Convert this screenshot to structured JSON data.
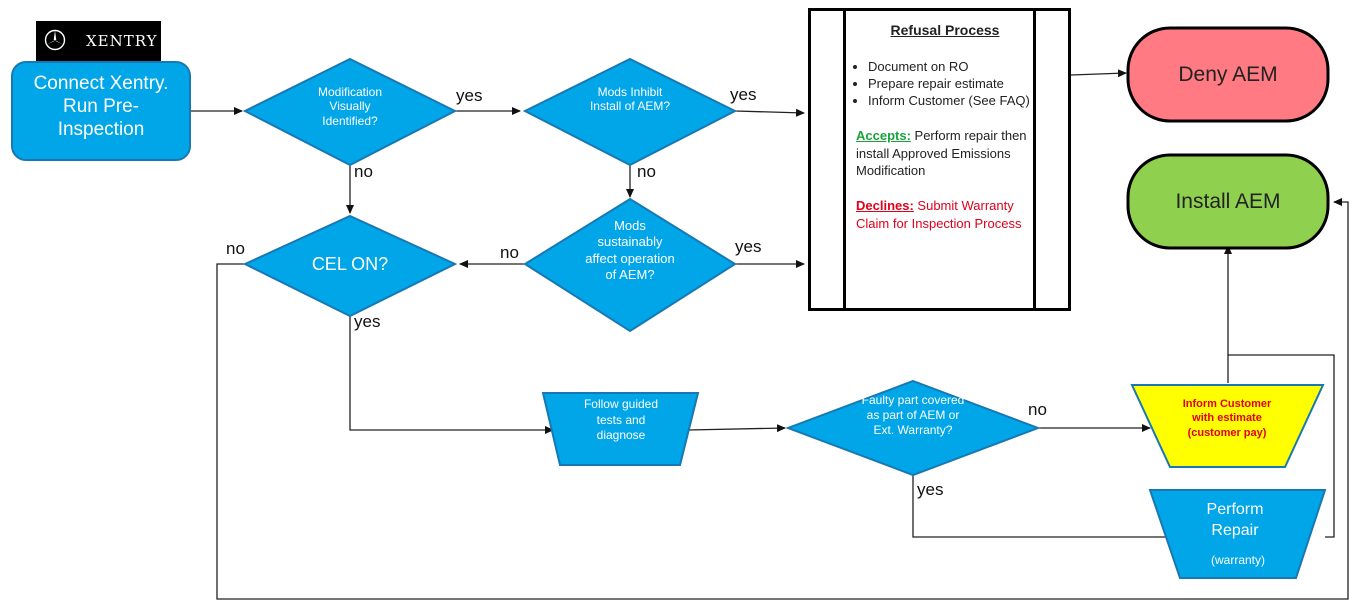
{
  "logo": {
    "brand_text": "XENTRY"
  },
  "nodes": {
    "connect": "Connect Xentry. Run Pre-Inspection",
    "modification_identified": "Modification Visually Identified?",
    "mods_inhibit": "Mods Inhibit Install of AEM?",
    "mods_affect": "Mods sustainably affect operation of AEM?",
    "cel_on": "CEL ON?",
    "follow_guided": "Follow guided tests and diagnose",
    "faulty_part": "Faulty part covered as part of AEM or Ext. Warranty?",
    "inform_customer": "Inform Customer with estimate (customer pay)",
    "perform_repair_title": "Perform Repair",
    "perform_repair_sub": "(warranty)",
    "deny_aem": "Deny AEM",
    "install_aem": "Install AEM"
  },
  "refusal": {
    "title": "Refusal Process",
    "bullets": [
      "Document on RO",
      "Prepare repair estimate",
      "Inform Customer (See FAQ)"
    ],
    "accepts_label": "Accepts:",
    "accepts_text": " Perform repair then install Approved Emissions Modification",
    "declines_label": "Declines:",
    "declines_text": " Submit Warranty Claim for Inspection Process"
  },
  "edge_labels": {
    "mod_yes": "yes",
    "mod_no": "no",
    "inhibit_yes": "yes",
    "inhibit_no": "no",
    "affect_yes": "yes",
    "affect_no": "no",
    "cel_no": "no",
    "cel_yes": "yes",
    "faulty_no": "no",
    "faulty_yes": "yes"
  },
  "colors": {
    "process_blue": "#00a6e8",
    "stroke_blue": "#1878b4",
    "deny_red": "#ff7a82",
    "install_green": "#8fd14f",
    "inform_yellow": "#ffff00"
  }
}
